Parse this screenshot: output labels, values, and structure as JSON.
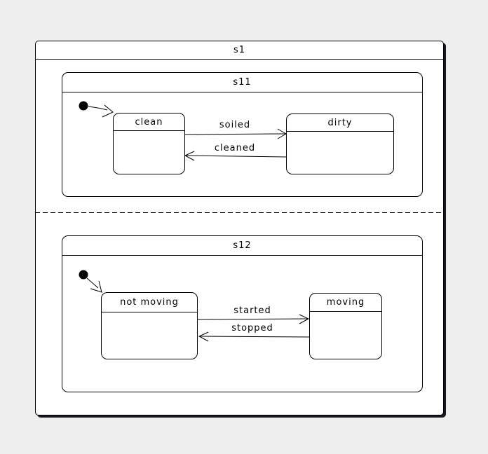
{
  "colors": {
    "background": "#eeeeee",
    "state_fill": "#ffffff",
    "line": "#000000",
    "shadow": "#171720"
  },
  "diagram": {
    "type": "uml-statechart",
    "outer_state": {
      "name": "s1"
    },
    "regions": [
      {
        "name": "s11",
        "has_initial_state": true,
        "states": [
          {
            "name": "clean"
          },
          {
            "name": "dirty"
          }
        ],
        "transitions": [
          {
            "label": "soiled",
            "from": "clean",
            "to": "dirty"
          },
          {
            "label": "cleaned",
            "from": "dirty",
            "to": "clean"
          }
        ]
      },
      {
        "name": "s12",
        "has_initial_state": true,
        "states": [
          {
            "name": "not moving"
          },
          {
            "name": "moving"
          }
        ],
        "transitions": [
          {
            "label": "started",
            "from": "not moving",
            "to": "moving"
          },
          {
            "label": "stopped",
            "from": "moving",
            "to": "not moving"
          }
        ]
      }
    ],
    "region_divider_style": "dashed"
  }
}
